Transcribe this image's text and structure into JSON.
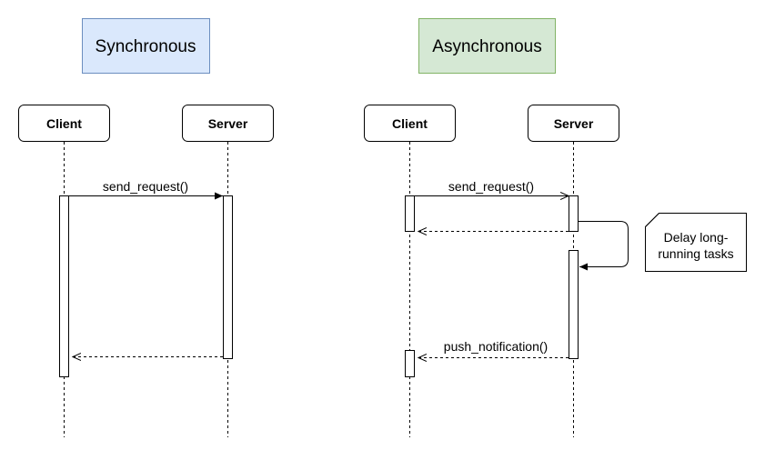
{
  "diagram": {
    "sync": {
      "title": "Synchronous",
      "title_fill": "#dae8fc",
      "title_stroke": "#6c8ebf",
      "client_label": "Client",
      "server_label": "Server",
      "request_label": "send_request()"
    },
    "async": {
      "title": "Asynchronous",
      "title_fill": "#d5e8d4",
      "title_stroke": "#82b366",
      "client_label": "Client",
      "server_label": "Server",
      "request_label": "send_request()",
      "notification_label": "push_notification()",
      "note_line1": "Delay long-",
      "note_line2": "running tasks"
    }
  }
}
